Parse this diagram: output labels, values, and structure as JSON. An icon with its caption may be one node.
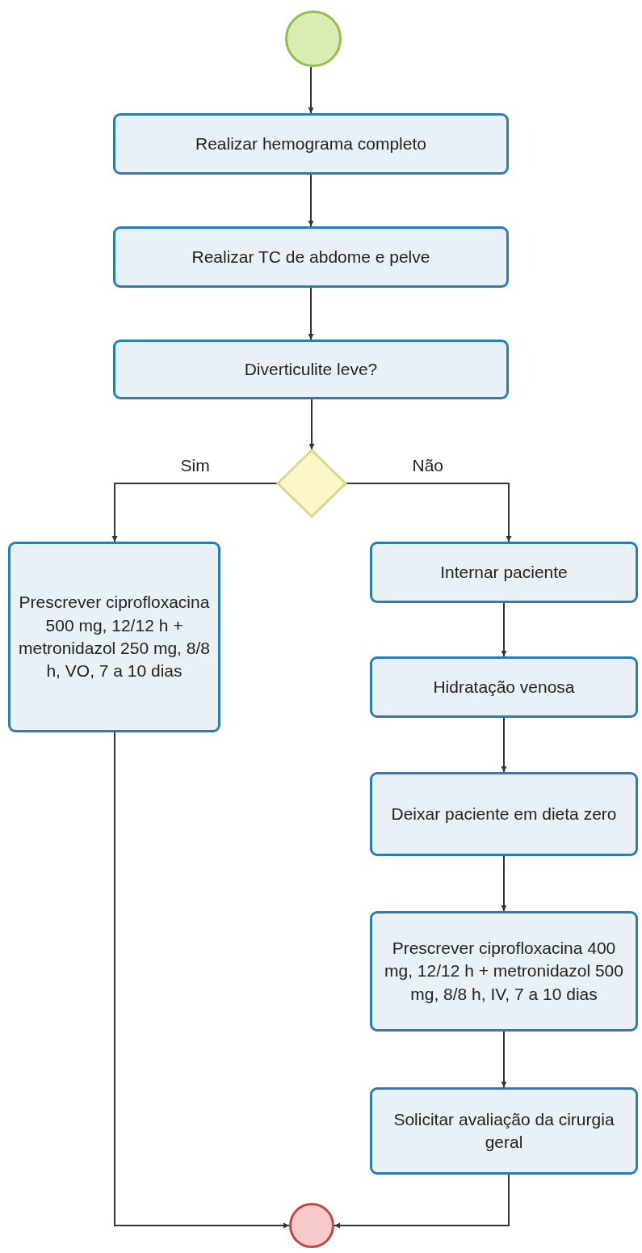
{
  "diagram": {
    "nodes": [
      {
        "text": [],
        "shape": "circle"
      },
      {
        "text": [
          "Realizar hemograma completo"
        ]
      },
      {
        "text": [
          "Realizar TC de abdome e pelve"
        ]
      },
      {
        "text": [
          "Diverticulite leve?"
        ]
      },
      {
        "text": [],
        "shape": "diamond"
      },
      {
        "text": [
          "Prescrever ciprofloxacina 500 mg, 12/12 h + metronidazol 250 mg, 8/8 h, VO, 7 a 10 dias"
        ]
      },
      {
        "text": [
          "Internar paciente"
        ]
      },
      {
        "text": [
          "Hidratação venosa"
        ]
      },
      {
        "text": [
          "Deixar paciente em dieta zero"
        ]
      },
      {
        "text": [
          "Prescrever ciprofloxacina 400 mg, 12/12 h + metronidazol 500 mg, 8/8 h, IV, 7 a 10 dias"
        ]
      },
      {
        "text": [
          "Solicitar avaliação da cirurgia geral"
        ]
      },
      {
        "text": [],
        "shape": "circle"
      }
    ],
    "edges": [
      {
        "from": 0,
        "to": 1,
        "arrow": "to"
      },
      {
        "from": 1,
        "to": 2,
        "arrow": "to"
      },
      {
        "from": 2,
        "to": 3,
        "arrow": "to"
      },
      {
        "from": 3,
        "to": 4,
        "arrow": "to"
      },
      {
        "from": 4,
        "to": 5,
        "arrow": "to",
        "label": "Sim"
      },
      {
        "from": 4,
        "to": 6,
        "arrow": "to",
        "label": "Não"
      },
      {
        "from": 6,
        "to": 7,
        "arrow": "to"
      },
      {
        "from": 7,
        "to": 8,
        "arrow": "to"
      },
      {
        "from": 8,
        "to": 9,
        "arrow": "to"
      },
      {
        "from": 9,
        "to": 10,
        "arrow": "to"
      },
      {
        "from": 5,
        "to": 11,
        "arrow": "to"
      },
      {
        "from": 10,
        "to": 11,
        "arrow": "to"
      }
    ]
  }
}
